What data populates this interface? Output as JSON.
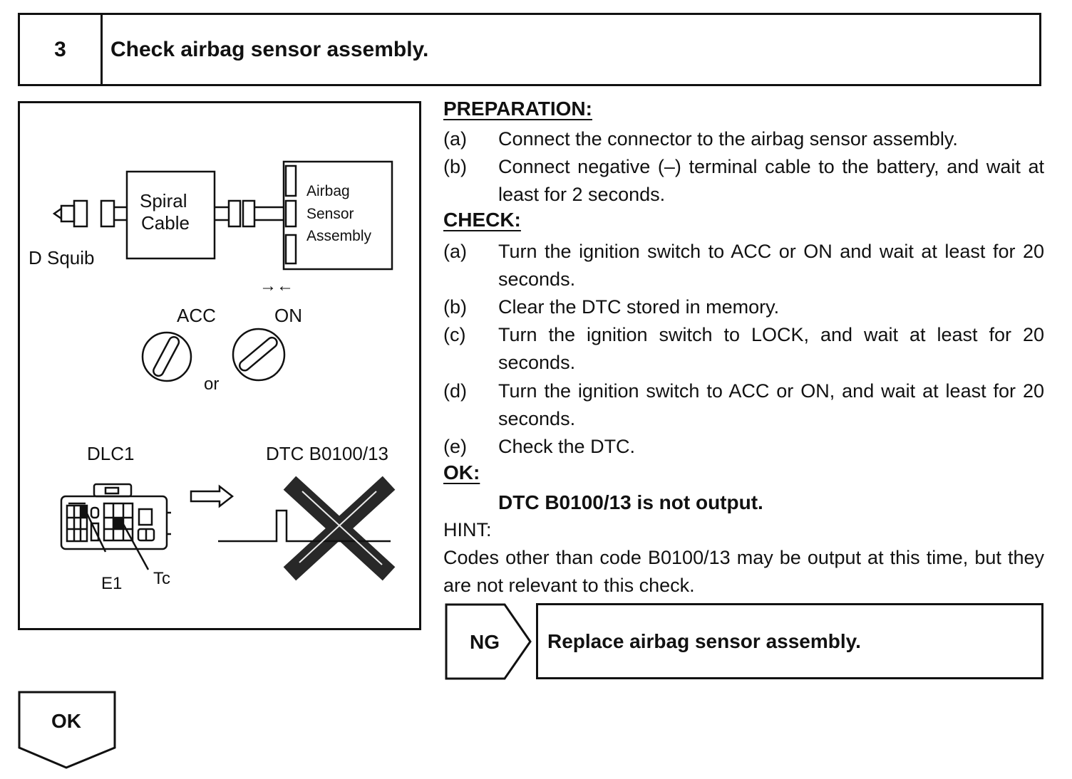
{
  "step": {
    "number": "3",
    "title": "Check airbag sensor assembly."
  },
  "figure": {
    "squib_label": "D Squib",
    "spiral_cable_line1": "Spiral",
    "spiral_cable_line2": "Cable",
    "sensor_line1": "Airbag",
    "sensor_line2": "Sensor",
    "sensor_line3": "Assembly",
    "connect_arrows": "→←",
    "acc_label": "ACC",
    "on_label": "ON",
    "or_label": "or",
    "dlc_label": "DLC1",
    "dtc_label": "DTC B0100/13",
    "e1_label": "E1",
    "tc_label": "Tc"
  },
  "preparation": {
    "heading": "PREPARATION:",
    "items": [
      {
        "label": "(a)",
        "text": "Connect the connector to the airbag sensor assembly."
      },
      {
        "label": "(b)",
        "text": "Connect negative (–) terminal cable to the battery, and wait at least for 2 seconds."
      }
    ]
  },
  "check": {
    "heading": "CHECK:",
    "items": [
      {
        "label": "(a)",
        "text": "Turn the ignition switch to ACC or ON and wait at least for 20 seconds."
      },
      {
        "label": "(b)",
        "text": "Clear the DTC stored in memory."
      },
      {
        "label": "(c)",
        "text": "Turn the ignition switch to LOCK, and wait at least for 20 seconds."
      },
      {
        "label": "(d)",
        "text": "Turn the ignition switch to ACC or ON, and wait at least for 20 seconds."
      },
      {
        "label": "(e)",
        "text": "Check the DTC."
      }
    ]
  },
  "ok_result": {
    "heading": "OK:",
    "text": "DTC B0100/13 is not output."
  },
  "hint": {
    "heading": "HINT:",
    "text": "Codes other than code B0100/13 may be output at this time, but they are not relevant to this check."
  },
  "ng": {
    "label": "NG",
    "action": "Replace airbag sensor assembly."
  },
  "ok_flow": {
    "label": "OK"
  }
}
